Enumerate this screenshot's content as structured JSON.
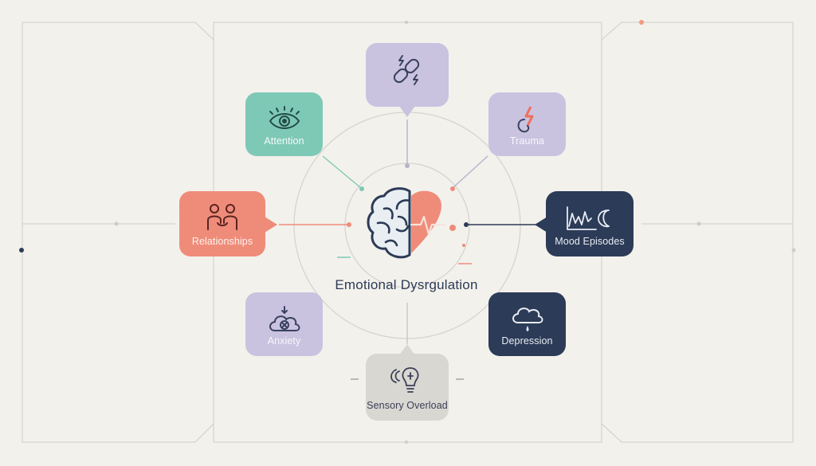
{
  "diagram": {
    "title": "Emotional Dysrgulation",
    "nodes": [
      {
        "id": "top",
        "label": "",
        "icon": "chain-link-lightning-icon"
      },
      {
        "id": "attention",
        "label": "Attention",
        "icon": "eye-icon"
      },
      {
        "id": "trauma",
        "label": "Trauma",
        "icon": "broken-hook-lightning-icon"
      },
      {
        "id": "relationships",
        "label": "Relationships",
        "icon": "people-holding-hands-icon"
      },
      {
        "id": "mood",
        "label": "Mood Episodes",
        "icon": "mood-wave-moon-icon"
      },
      {
        "id": "anxiety",
        "label": "Anxiety",
        "icon": "cloud-x-icon"
      },
      {
        "id": "depression",
        "label": "Depression",
        "icon": "raincloud-icon"
      },
      {
        "id": "sensory",
        "label": "Sensory Overload",
        "icon": "lightbulb-sound-icon"
      }
    ],
    "center_icon": "brain-heart-icon",
    "colors": {
      "background": "#f3f1ec",
      "lavender": "#c9c3e0",
      "teal": "#7ec9b6",
      "coral": "#ef8c79",
      "navy": "#2c3b57",
      "gray": "#d9d7d2"
    }
  }
}
